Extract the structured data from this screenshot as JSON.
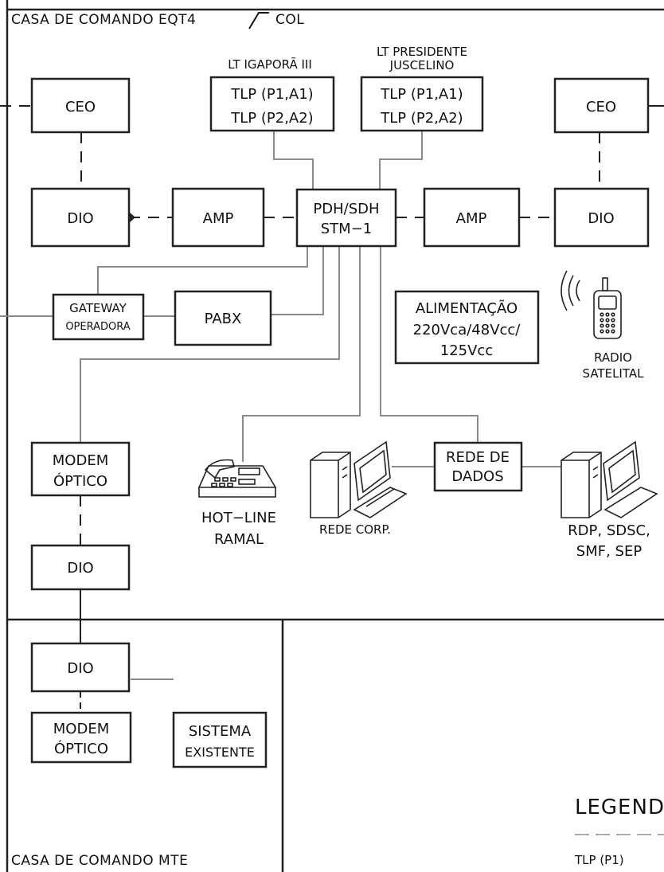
{
  "sections": {
    "top_title_left": "CASA DE COMANDO EQT4",
    "top_title_right": "COL",
    "bottom_title": "CASA DE COMANDO MTE"
  },
  "lines": {
    "igapora_title": "LT IGAPORÃ III",
    "presidente_title_1": "LT PRESIDENTE",
    "presidente_title_2": "JUSCELINO",
    "tlp_1": "TLP (P1,A1)",
    "tlp_2": "TLP (P2,A2)"
  },
  "boxes": {
    "ceo": "CEO",
    "dio": "DIO",
    "amp": "AMP",
    "pdh_1": "PDH/SDH",
    "pdh_2": "STM−1",
    "gateway_1": "GATEWAY",
    "gateway_2": "OPERADORA",
    "pabx": "PABX",
    "alim_1": "ALIMENTAÇÃO",
    "alim_2": "220Vca/48Vcc/",
    "alim_3": "125Vcc",
    "modem_1": "MODEM",
    "modem_2": "ÓPTICO",
    "rede_dados_1": "REDE DE",
    "rede_dados_2": "DADOS",
    "sistema_1": "SISTEMA",
    "sistema_2": "EXISTENTE"
  },
  "labels": {
    "radio_1": "RADIO",
    "radio_2": "SATELITAL",
    "hotline_1": "HOT−LINE",
    "hotline_2": "RAMAL",
    "rede_corp": "REDE CORP.",
    "rdp_1": "RDP, SDSC,",
    "rdp_2": "SMF, SEP"
  },
  "legend": {
    "title": "LEGEND",
    "tlp_label": "TLP (P1)"
  }
}
